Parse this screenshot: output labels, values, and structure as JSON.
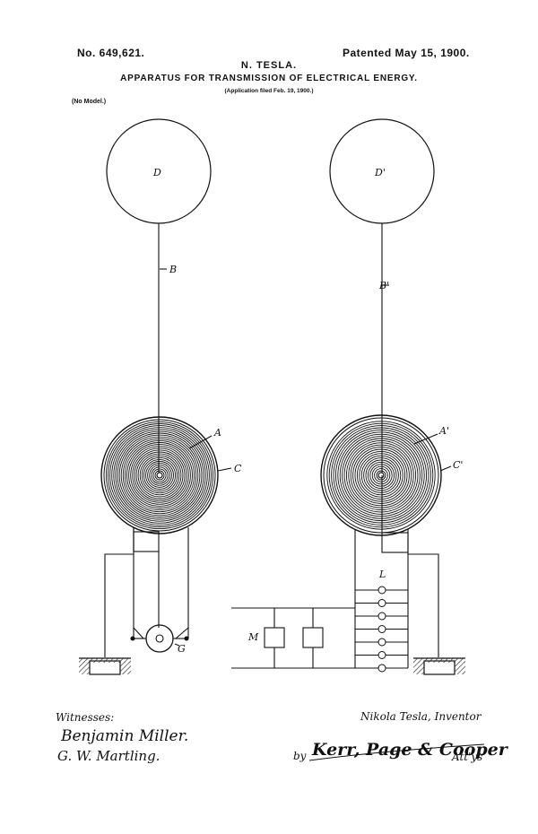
{
  "header": {
    "patent_number": "No. 649,621.",
    "patented_date": "Patented May 15, 1900.",
    "inventor": "N. TESLA.",
    "title": "APPARATUS FOR TRANSMISSION OF ELECTRICAL ENERGY.",
    "application": "(Application filed Feb. 19, 1900.)",
    "model_note": "(No Model.)"
  },
  "figure": {
    "labels": {
      "D": "D",
      "D1": "D'",
      "B": "B",
      "B1": "B'",
      "A": "A",
      "A1": "A'",
      "C": "C",
      "C1": "C'",
      "G": "G",
      "M": "M",
      "L": "L"
    }
  },
  "footer": {
    "witnesses_label": "Witnesses:",
    "witness_1": "Benjamin Miller.",
    "witness_2": "G. W. Martling.",
    "inventor_line": "Nikola Tesla, Inventor",
    "by": "by",
    "attorneys_signature": "Kerr, Page & Cooper",
    "attorneys_label": "Att'ys"
  }
}
